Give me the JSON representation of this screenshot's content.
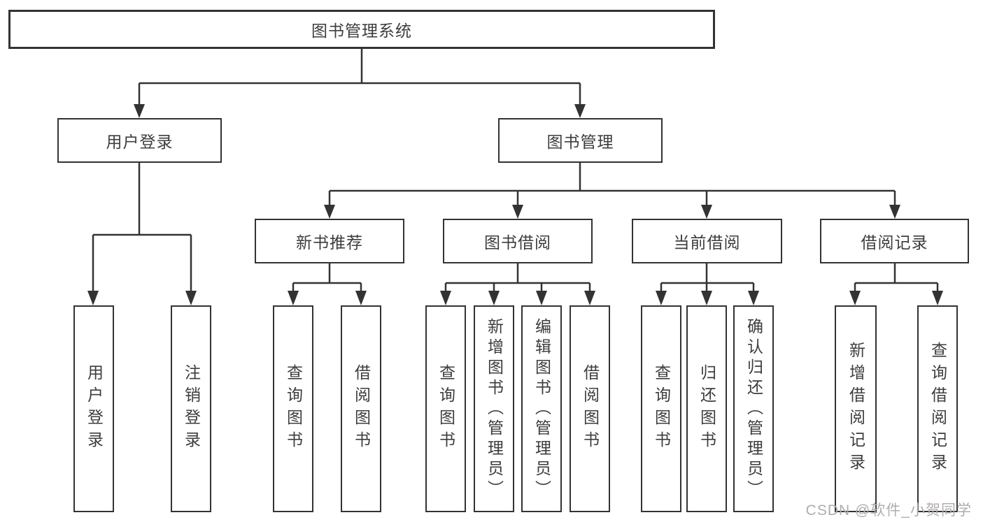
{
  "diagram": {
    "root": "图书管理系统",
    "level1": {
      "user_login": "用户登录",
      "book_mgmt": "图书管理"
    },
    "level2": {
      "new_rec": "新书推荐",
      "borrow": "图书借阅",
      "current": "当前借阅",
      "record": "借阅记录"
    },
    "leaves": {
      "ul_login": "用户登录",
      "ul_logout": "注销登录",
      "nr_query": "查询图书",
      "nr_borrow": "借阅图书",
      "bw_query": "查询图书",
      "bw_add": "新增图书（管理员）",
      "bw_edit": "编辑图书（管理员）",
      "bw_borrow": "借阅图书",
      "cu_query": "查询图书",
      "cu_return": "归还图书",
      "cu_confirm": "确认归还（管理员）",
      "rc_add": "新增借阅记录",
      "rc_query": "查询借阅记录"
    }
  },
  "watermark": "CSDN @软件_小贺同学",
  "colors": {
    "line": "#333333",
    "text": "#3d3d3d",
    "watermark": "#b2adab",
    "background": "#ffffff"
  }
}
